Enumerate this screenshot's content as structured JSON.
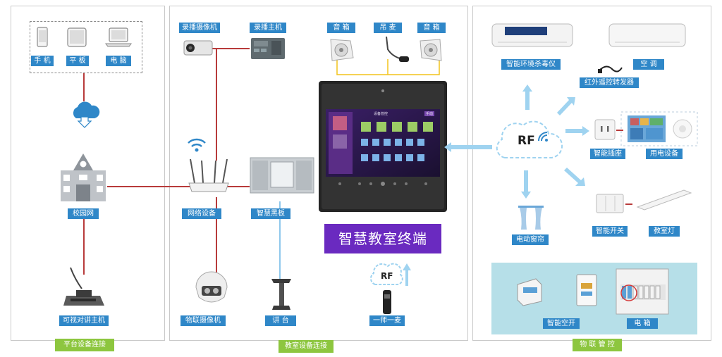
{
  "title": "智慧教室终端",
  "sections": {
    "platform": "平台设备连接",
    "classroom": "教室设备连接",
    "iot": "物 联 管 控"
  },
  "platform": {
    "phone": "手 机",
    "tablet": "平 板",
    "computer": "电 脑",
    "campus_net": "校园网",
    "intercom_host": "可视对讲主机"
  },
  "classroom": {
    "record_camera": "录播摄像机",
    "record_host": "录播主机",
    "speaker_left": "音 箱",
    "hanging_mic": "吊 麦",
    "speaker_right": "音 箱",
    "network": "网络设备",
    "smart_board": "智慧黑板",
    "iot_camera": "物联摄像机",
    "podium": "讲 台",
    "one_teacher_mic": "一师一麦",
    "rf_small": "RF"
  },
  "iot": {
    "sterilizer": "智能环境杀毒仪",
    "aircon": "空 调",
    "ir_transmitter": "红外遥控转发器",
    "rf": "RF",
    "smart_socket": "智能插座",
    "electric_device": "用电设备",
    "curtain": "电动窗帘",
    "smart_switch": "智能开关",
    "classroom_light": "教室灯",
    "smart_breaker": "智能空开",
    "electric_box": "电 箱"
  },
  "screen": {
    "header": "设备管控",
    "button": "手动"
  },
  "colors": {
    "label_bg": "#2f87c8",
    "footer_bg": "#8dc63f",
    "title_bg": "#6a2ac0",
    "red_line": "#b83b3b",
    "blue_line": "#8fc8ec",
    "arrow": "#9fd3f0"
  }
}
